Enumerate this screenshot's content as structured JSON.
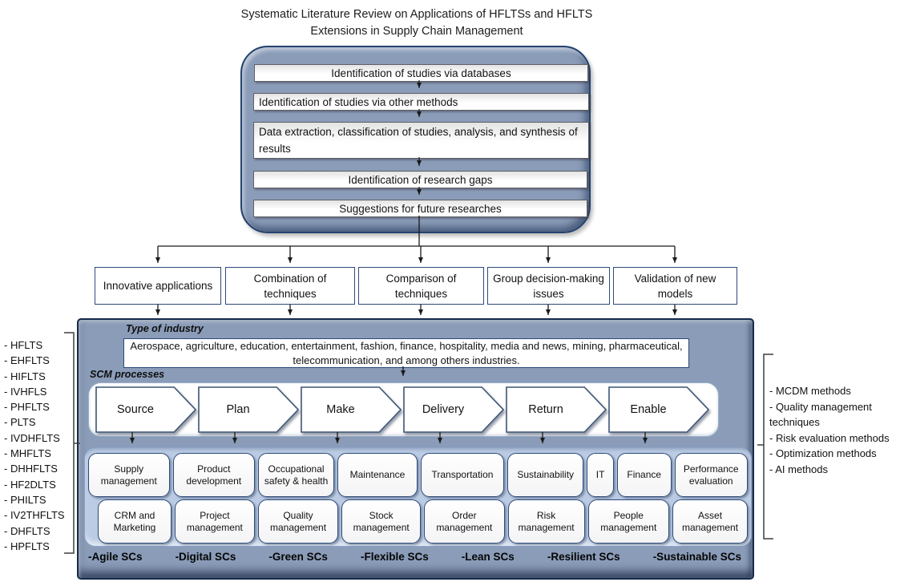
{
  "title": {
    "line1": "Systematic Literature Review on Applications of HFLTSs and HFLTS",
    "line2": "Extensions in Supply Chain Management"
  },
  "review_flow": {
    "steps": [
      "Identification of studies via databases",
      "Identification of studies via other methods",
      "Data extraction, classification of studies, analysis, and synthesis of results",
      "Identification of research gaps",
      "Suggestions for future researches"
    ]
  },
  "categories": [
    "Innovative applications",
    "Combination of techniques",
    "Comparison of techniques",
    "Group decision-making issues",
    "Validation of new models"
  ],
  "industry": {
    "label": "Type of industry",
    "text": "Aerospace, agriculture, education, entertainment, fashion, finance, hospitality, media and news, mining, pharmaceutical, telecommunication, and among others industries."
  },
  "scm": {
    "label": "SCM processes",
    "processes": [
      "Source",
      "Plan",
      "Make",
      "Delivery",
      "Return",
      "Enable"
    ]
  },
  "functions": {
    "row1": [
      "Supply management",
      "Product development",
      "Occupational safety & health",
      "Maintenance",
      "Transportation",
      "Sustainability",
      "IT",
      "Finance",
      "Performance evaluation"
    ],
    "row2": [
      "CRM and Marketing",
      "Project management",
      "Quality management",
      "Stock management",
      "Order management",
      "Risk management",
      "People management",
      "Asset management"
    ]
  },
  "sc_types": [
    "-Agile SCs",
    "-Digital SCs",
    "-Green SCs",
    "-Flexible SCs",
    "-Lean SCs",
    "-Resilient SCs",
    "-Sustainable SCs"
  ],
  "left_terms": [
    "- HFLTS",
    "- EHFLTS",
    "- HIFLTS",
    "- IVHFLS",
    "- PHFLTS",
    "- PLTS",
    "- IVDHFLTS",
    "- MHFLTS",
    "- DHHFLTS",
    "- HF2DLTS",
    "- PHILTS",
    "- IV2THFLTS",
    "- DHFLTS",
    "- HPFLTS"
  ],
  "right_methods": [
    "- MCDM methods",
    "- Quality management techniques",
    "- Risk evaluation methods",
    "- Optimization methods",
    "- AI methods"
  ],
  "colors": {
    "panel_fill": "#8a9cb8",
    "panel_border": "#1f3864",
    "inner_panel_fill": "#bacbe3",
    "box_border": "#2e4a7a",
    "connector": "#1a1a1a"
  }
}
